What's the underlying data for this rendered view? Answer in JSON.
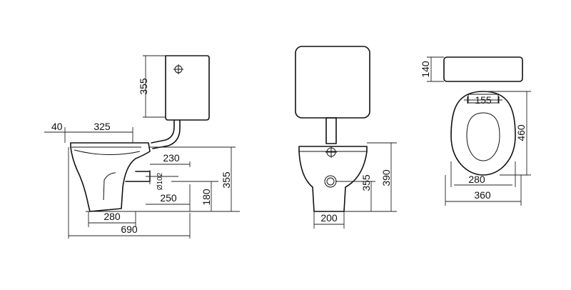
{
  "side_view": {
    "tank_height": "355",
    "rim_offset": "40",
    "bowl_length": "325",
    "inlet_height": "230",
    "pipe_diameter": "Ø102",
    "outlet_distance": "250",
    "outlet_height": "180",
    "total_height": "355",
    "base_length": "280",
    "total_length": "690"
  },
  "front_view": {
    "outlet_height": "355",
    "total_height": "390",
    "base_width": "200"
  },
  "top_view": {
    "tank_depth": "140",
    "fixing_spacing": "155",
    "bowl_length": "460",
    "seat_width": "280",
    "total_width": "360"
  }
}
